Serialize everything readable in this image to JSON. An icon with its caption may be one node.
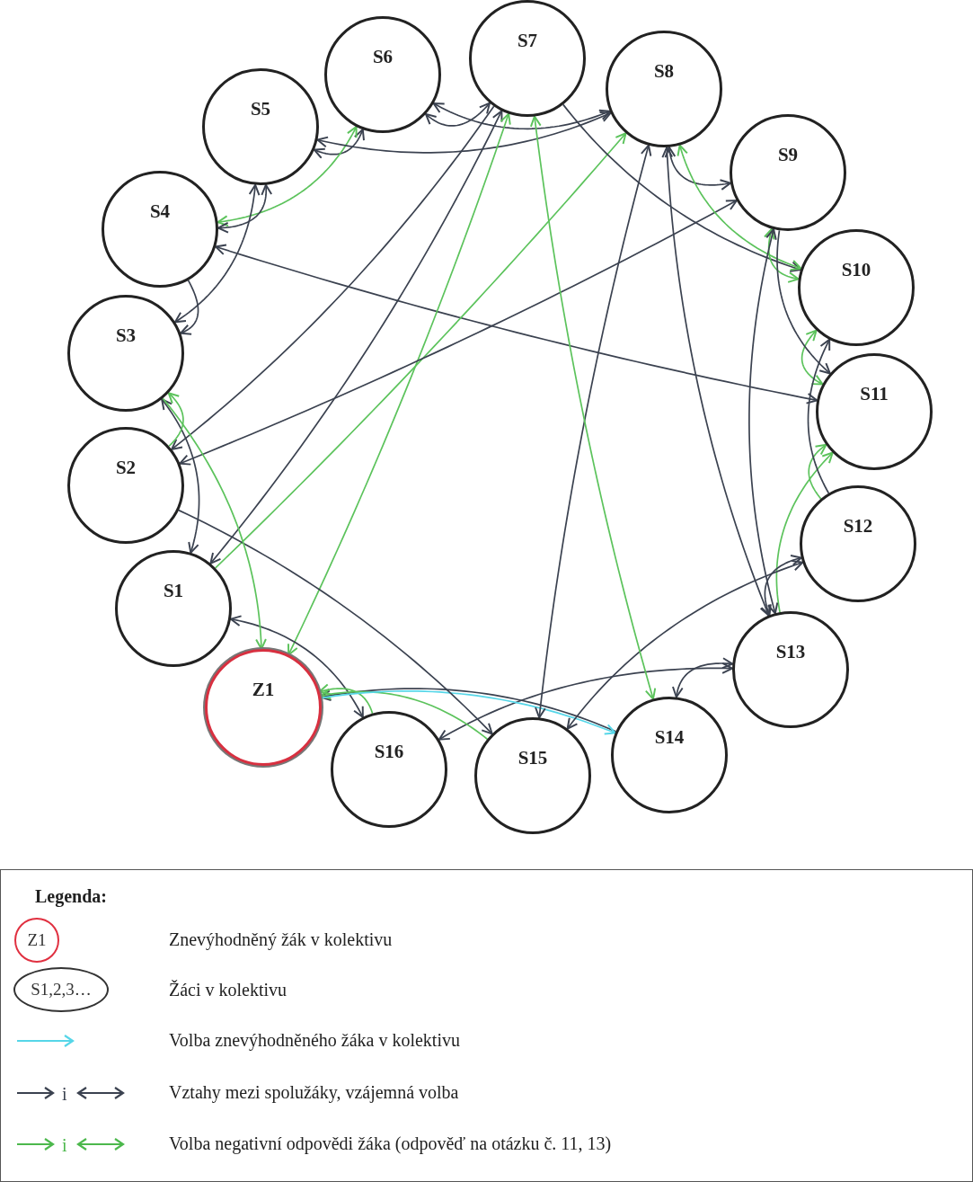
{
  "diagram": {
    "nodes": [
      {
        "text": [
          "S1"
        ]
      },
      {
        "text": [
          "S2"
        ]
      },
      {
        "text": [
          "S3"
        ]
      },
      {
        "text": [
          "S4"
        ]
      },
      {
        "text": [
          "S5"
        ]
      },
      {
        "text": [
          "S6"
        ]
      },
      {
        "text": [
          "S7"
        ]
      },
      {
        "text": [
          "S8"
        ]
      },
      {
        "text": [
          "S9"
        ]
      },
      {
        "text": [
          "S10"
        ]
      },
      {
        "text": [
          "S11"
        ]
      },
      {
        "text": [
          "S12"
        ]
      },
      {
        "text": [
          "S13"
        ]
      },
      {
        "text": [
          "S14"
        ]
      },
      {
        "text": [
          "S15"
        ]
      },
      {
        "text": [
          "S16"
        ]
      },
      {
        "text": [
          "Z1"
        ]
      }
    ],
    "edges": [
      {
        "from": 4,
        "to": 5,
        "arrow": "both"
      },
      {
        "from": 3,
        "to": 5,
        "arrow": "both",
        "color": "#5cc35c"
      },
      {
        "from": 3,
        "to": 4,
        "arrow": "both"
      },
      {
        "from": 5,
        "to": 6,
        "arrow": "both"
      },
      {
        "from": 5,
        "to": 7,
        "arrow": "both"
      },
      {
        "from": 4,
        "to": 7,
        "arrow": "both"
      },
      {
        "from": 2,
        "to": 4,
        "arrow": "both"
      },
      {
        "from": 3,
        "to": 2,
        "arrow": "to"
      },
      {
        "from": 3,
        "to": 10,
        "arrow": "both"
      },
      {
        "from": 6,
        "to": 1,
        "arrow": "to"
      },
      {
        "from": 2,
        "to": 0,
        "arrow": "both"
      },
      {
        "from": 0,
        "to": 6,
        "arrow": "both"
      },
      {
        "from": 0,
        "to": 7,
        "arrow": "to",
        "color": "#5cc35c"
      },
      {
        "from": 6,
        "to": 16,
        "arrow": "both",
        "color": "#5cc35c"
      },
      {
        "from": 13,
        "to": 16,
        "arrow": "to"
      },
      {
        "from": 12,
        "to": 15,
        "arrow": "both"
      },
      {
        "from": 0,
        "to": 15,
        "arrow": "both"
      },
      {
        "from": 15,
        "to": 16,
        "arrow": "to",
        "color": "#5cc35c"
      },
      {
        "from": 14,
        "to": 16,
        "arrow": "to",
        "color": "#5cc35c"
      },
      {
        "from": 16,
        "to": 13,
        "arrow": "to",
        "color": "#56d6e8"
      },
      {
        "from": 1,
        "to": 8,
        "arrow": "both"
      },
      {
        "from": 1,
        "to": 14,
        "arrow": "to"
      },
      {
        "from": 1,
        "to": 2,
        "arrow": "to",
        "color": "#5cc35c"
      },
      {
        "from": 2,
        "to": 16,
        "arrow": "to",
        "color": "#5cc35c"
      },
      {
        "from": 7,
        "to": 14,
        "arrow": "both"
      },
      {
        "from": 7,
        "to": 12,
        "arrow": "both"
      },
      {
        "from": 6,
        "to": 9,
        "arrow": "to"
      },
      {
        "from": 7,
        "to": 8,
        "arrow": "both"
      },
      {
        "from": 9,
        "to": 7,
        "arrow": "both",
        "color": "#5cc35c"
      },
      {
        "from": 8,
        "to": 9,
        "arrow": "both",
        "color": "#5cc35c"
      },
      {
        "from": 9,
        "to": 10,
        "arrow": "both",
        "color": "#5cc35c"
      },
      {
        "from": 12,
        "to": 10,
        "arrow": "to",
        "color": "#5cc35c"
      },
      {
        "from": 11,
        "to": 10,
        "arrow": "to",
        "color": "#5cc35c"
      },
      {
        "from": 8,
        "to": 12,
        "arrow": "both"
      },
      {
        "from": 11,
        "to": 14,
        "arrow": "both"
      },
      {
        "from": 11,
        "to": 9,
        "arrow": "to"
      },
      {
        "from": 11,
        "to": 12,
        "arrow": "both"
      },
      {
        "from": 12,
        "to": 13,
        "arrow": "both"
      },
      {
        "from": 8,
        "to": 10,
        "arrow": "to"
      },
      {
        "from": 6,
        "to": 13,
        "arrow": "both",
        "color": "#5cc35c"
      }
    ],
    "labels": [
      "Legenda:",
      "Z1",
      "S1,2,3…",
      "i",
      "i"
    ],
    "legend": [
      {
        "text": "Znevýhodněný žák v kolektivu"
      },
      {
        "text": "Žáci v kolektivu"
      },
      {
        "text": "Volba znevýhodněného žáka v kolektivu"
      },
      {
        "text": "Vztahy mezi spolužáky, vzájemná volba"
      },
      {
        "text": "Volba negativní odpovědi žáka (odpověď na otázku č. 11, 13)"
      }
    ]
  }
}
